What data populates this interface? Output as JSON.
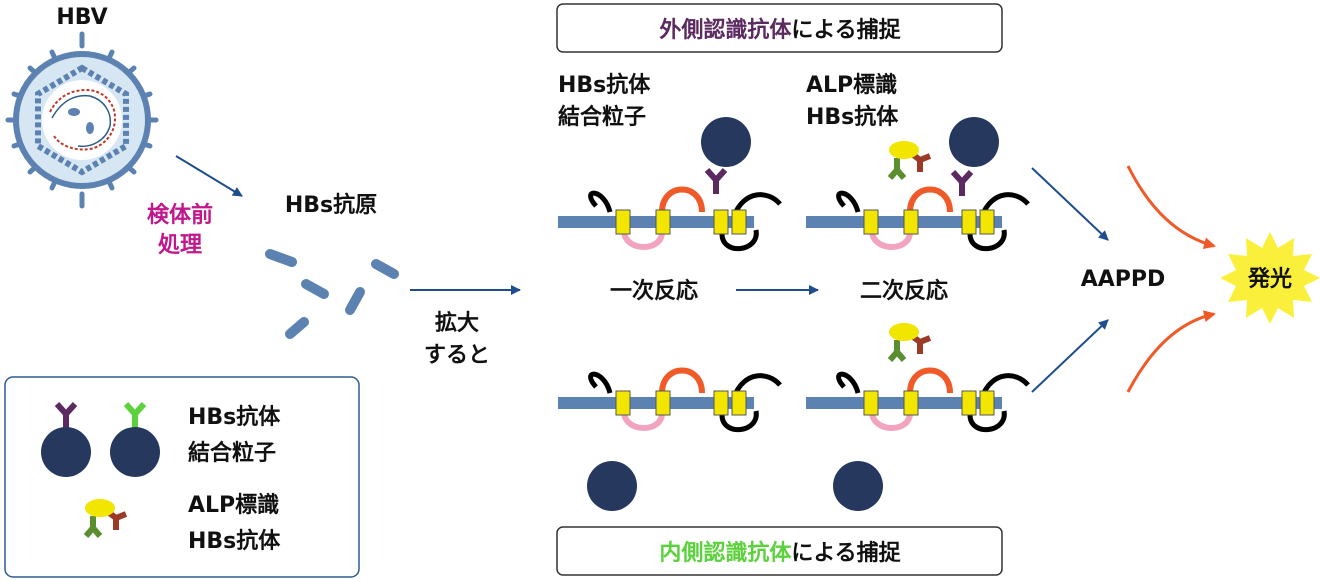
{
  "colors": {
    "navy": "#27385F",
    "bar": "#5C82B1",
    "yellow_box": "#F2E600",
    "orange_loop": "#F05A28",
    "pink_loop": "#F2A3C0",
    "purple": "#5B2A60",
    "green": "#5BD23B",
    "olive": "#5B8E2F",
    "brown": "#9B3A27",
    "arrow_blue": "#1E4F8C",
    "arrow_orange": "#F05A28",
    "magenta_text": "#C0188C",
    "purple_text": "#5B2A60",
    "green_text": "#5BD23B",
    "legend_border": "#2F5C8E",
    "burst": "#FAF03C"
  },
  "labels": {
    "hbv": "HBV",
    "pretreatment_line1": "検体前",
    "pretreatment_line2": "処理",
    "hbs_antigen": "HBs抗原",
    "enlarge_line1": "拡大",
    "enlarge_line2": "すると",
    "bead_antibody_line1": "HBs抗体",
    "bead_antibody_line2": "結合粒子",
    "alp_antibody_line1": "ALP標識",
    "alp_antibody_line2": "HBs抗体",
    "primary_reaction": "一次反応",
    "secondary_reaction": "二次反応",
    "aappd": "AAPPD",
    "luminescence": "発光"
  },
  "capture_top": {
    "emphasis": "外側認識抗体",
    "rest": "による捕捉"
  },
  "capture_bottom": {
    "emphasis": "内側認識抗体",
    "rest": "による捕捉"
  },
  "legend": {
    "bead_line1": "HBs抗体",
    "bead_line2": "結合粒子",
    "alp_line1": "ALP標識",
    "alp_line2": "HBs抗体"
  }
}
